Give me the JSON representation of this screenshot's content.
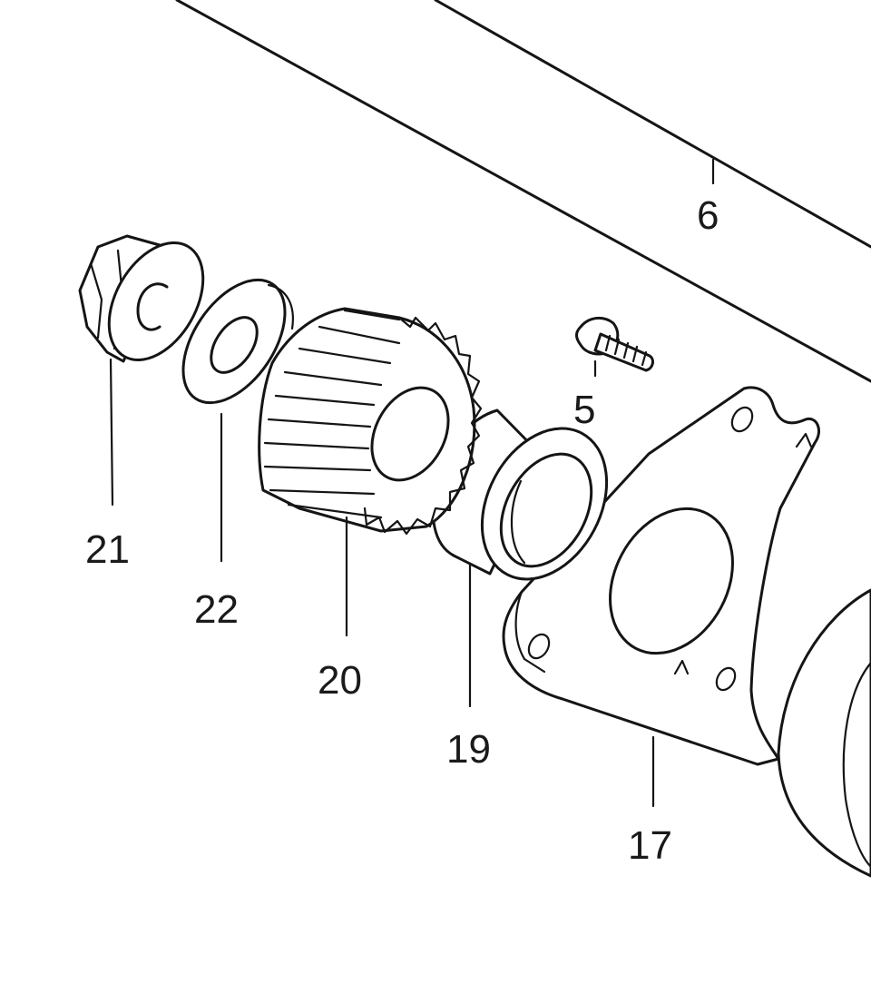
{
  "diagram": {
    "labels": {
      "p5": "5",
      "p6": "6",
      "p17": "17",
      "p19": "19",
      "p20": "20",
      "p21": "21",
      "p22": "22"
    },
    "line_color": "#151515",
    "background": "#ffffff"
  }
}
